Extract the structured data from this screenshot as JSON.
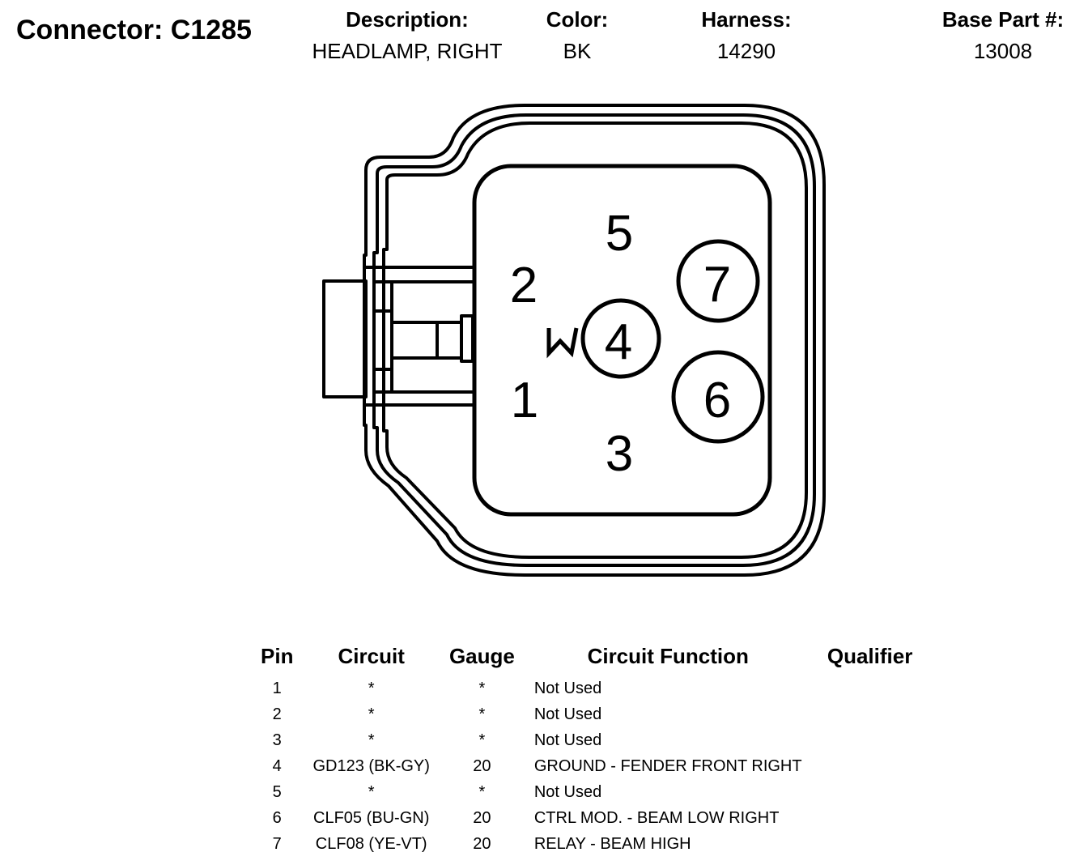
{
  "header": {
    "connector_title": "Connector: C1285",
    "description_label": "Description:",
    "description_value": "HEADLAMP, RIGHT",
    "color_label": "Color:",
    "color_value": "BK",
    "harness_label": "Harness:",
    "harness_value": "14290",
    "base_part_label": "Base Part #:",
    "base_part_value": "13008"
  },
  "diagram": {
    "pins": [
      {
        "label": "5",
        "circled": false
      },
      {
        "label": "2",
        "circled": false
      },
      {
        "label": "4",
        "circled": true
      },
      {
        "label": "1",
        "circled": false
      },
      {
        "label": "3",
        "circled": false
      },
      {
        "label": "7",
        "circled": true
      },
      {
        "label": "6",
        "circled": true
      }
    ],
    "keyway_mark": "W"
  },
  "table": {
    "headers": {
      "pin": "Pin",
      "circuit": "Circuit",
      "gauge": "Gauge",
      "function": "Circuit Function",
      "qualifier": "Qualifier"
    },
    "rows": [
      {
        "pin": "1",
        "circuit": "*",
        "gauge": "*",
        "function": "Not Used",
        "qualifier": ""
      },
      {
        "pin": "2",
        "circuit": "*",
        "gauge": "*",
        "function": "Not Used",
        "qualifier": ""
      },
      {
        "pin": "3",
        "circuit": "*",
        "gauge": "*",
        "function": "Not Used",
        "qualifier": ""
      },
      {
        "pin": "4",
        "circuit": "GD123 (BK-GY)",
        "gauge": "20",
        "function": "GROUND - FENDER FRONT RIGHT",
        "qualifier": ""
      },
      {
        "pin": "5",
        "circuit": "*",
        "gauge": "*",
        "function": "Not Used",
        "qualifier": ""
      },
      {
        "pin": "6",
        "circuit": "CLF05 (BU-GN)",
        "gauge": "20",
        "function": "CTRL MOD. - BEAM LOW RIGHT",
        "qualifier": ""
      },
      {
        "pin": "7",
        "circuit": "CLF08 (YE-VT)",
        "gauge": "20",
        "function": "RELAY - BEAM HIGH",
        "qualifier": ""
      }
    ]
  }
}
